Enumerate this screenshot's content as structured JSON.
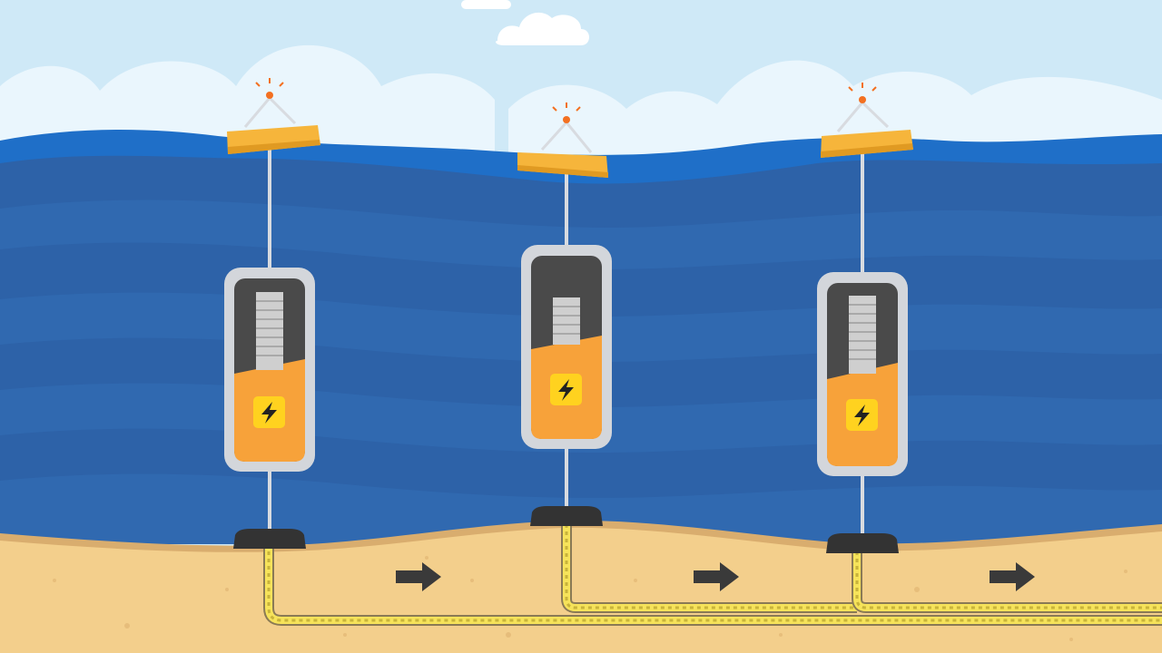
{
  "scene": {
    "colors": {
      "sky": "#cfe9f7",
      "cloud": "#ffffff",
      "sea_surface": "#1f6fc8",
      "sea_band_light": "#3a72b4",
      "sea_band_dark": "#2f63a6",
      "sand": "#f3cf8c",
      "sand_edge": "#d9ad6e",
      "buoy": "#f6b53b",
      "buoy_dark": "#e09a22",
      "beacon": "#f37021",
      "tether": "#d8dbe0",
      "canister_frame": "#d3d6db",
      "canister_inner": "#4a4a4a",
      "spring": "#cfcfcf",
      "fluid": "#f7a23a",
      "energy_badge": "#ffd21f",
      "anchor": "#333333",
      "cable": "#f6e35a",
      "arrow": "#3a3a3a"
    },
    "units": [
      {
        "id": "wec-1",
        "icon": "lightning-bolt-icon"
      },
      {
        "id": "wec-2",
        "icon": "lightning-bolt-icon"
      },
      {
        "id": "wec-3",
        "icon": "lightning-bolt-icon"
      }
    ],
    "flow_arrows": 3,
    "flow_direction": "right"
  }
}
